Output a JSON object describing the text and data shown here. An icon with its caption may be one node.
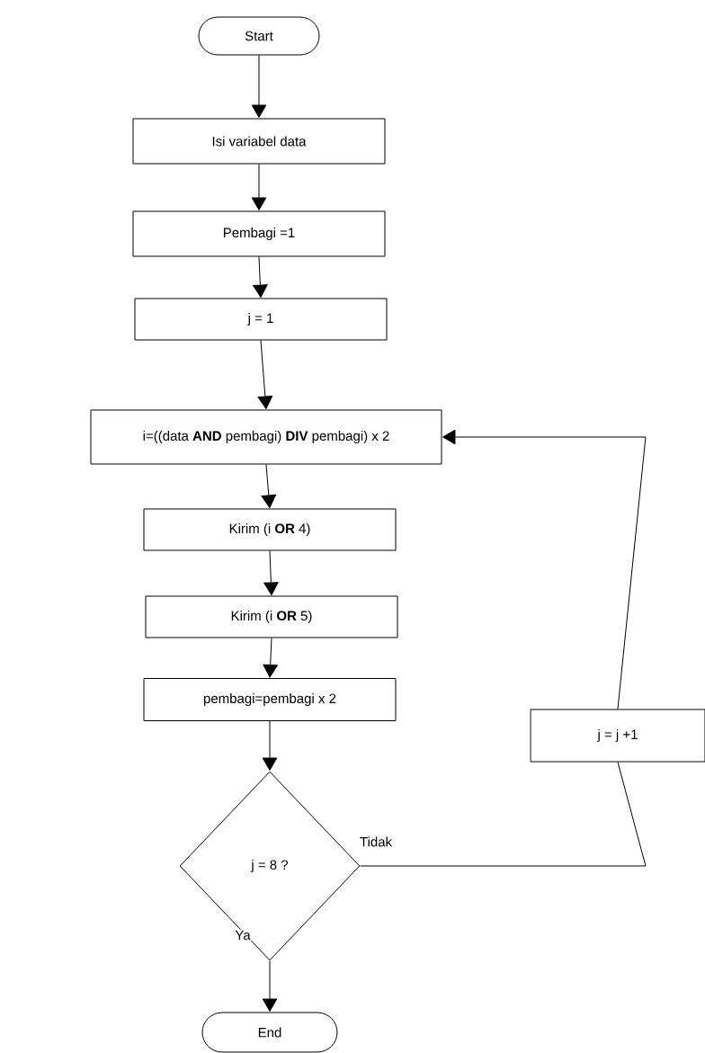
{
  "diagram": {
    "nodes": [
      {
        "text": [
          "Start"
        ]
      },
      {
        "text": [
          "Isi variabel data"
        ]
      },
      {
        "text": [
          "Pembagi =1"
        ]
      },
      {
        "text": [
          "j = 1"
        ]
      },
      {
        "text": [
          "i=((data **AND** pembagi) **DIV** pembagi) x 2"
        ]
      },
      {
        "text": [
          "Kirim (i **OR** 4)"
        ]
      },
      {
        "text": [
          "Kirim (i **OR** 5)"
        ]
      },
      {
        "text": [
          "pembagi=pembagi x 2"
        ]
      },
      {
        "text": [
          "j = 8 ?"
        ]
      },
      {
        "text": [
          "End"
        ]
      },
      {
        "text": [
          "j = j +1"
        ]
      }
    ],
    "edges": [
      {
        "from": 0,
        "to": 1,
        "arrow": "to"
      },
      {
        "from": 1,
        "to": 2,
        "arrow": "to"
      },
      {
        "from": 2,
        "to": 3,
        "arrow": "to"
      },
      {
        "from": 3,
        "to": 4,
        "arrow": "to"
      },
      {
        "from": 4,
        "to": 5,
        "arrow": "to"
      },
      {
        "from": 5,
        "to": 6,
        "arrow": "to"
      },
      {
        "from": 6,
        "to": 7,
        "arrow": "to"
      },
      {
        "from": 7,
        "to": 8,
        "arrow": "to"
      },
      {
        "from": 8,
        "to": 9,
        "arrow": "to",
        "label": "Ya"
      },
      {
        "from": 8,
        "to": 10,
        "arrow": "none",
        "label": "Tidak"
      },
      {
        "from": 10,
        "to": 4,
        "arrow": "to"
      }
    ]
  }
}
